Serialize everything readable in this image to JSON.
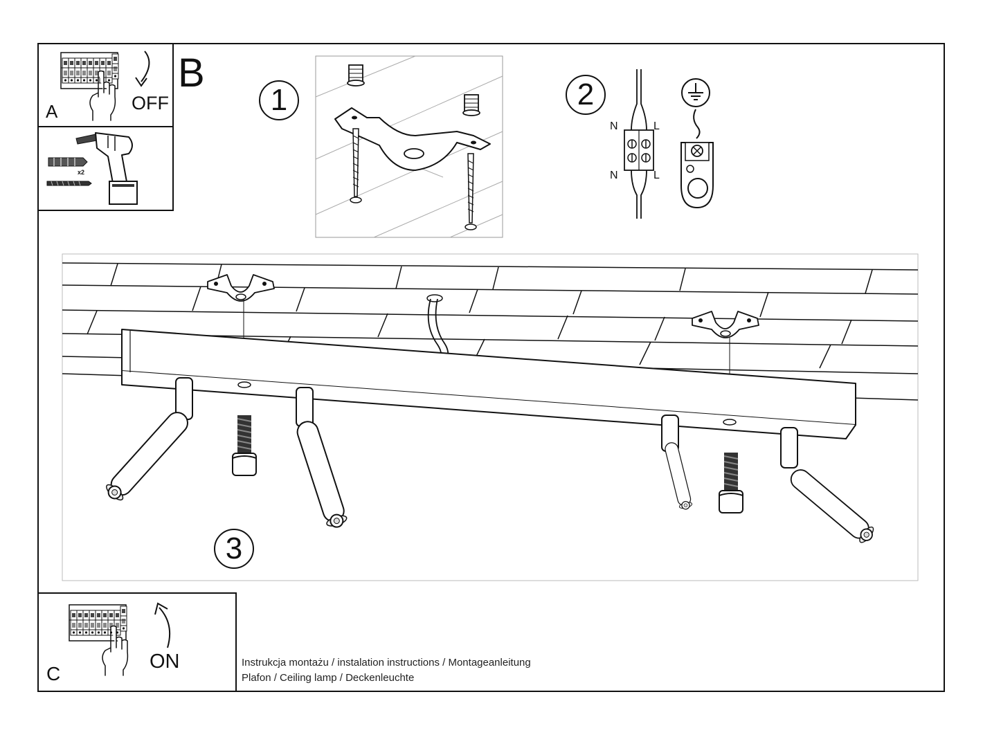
{
  "panels": {
    "a": {
      "letter": "A",
      "action": "OFF"
    },
    "b": {
      "letter": "B"
    },
    "c": {
      "letter": "C",
      "action": "ON"
    }
  },
  "drill_panel": {
    "anchor_count": "x2"
  },
  "steps": {
    "one": "1",
    "two": "2",
    "three": "3"
  },
  "wiring": {
    "n_top": "N",
    "l_top": "L",
    "n_bottom": "N",
    "l_bottom": "L"
  },
  "caption": {
    "line1": "Instrukcja montażu / instalation instructions / Montageanleitung",
    "line2": "Plafon / Ceiling lamp / Deckenleuchte"
  },
  "icons": [
    "fuse-box-icon",
    "hand-icon",
    "arrow-down-icon",
    "arrow-up-icon",
    "drill-icon",
    "wall-plug-icon",
    "screw-icon",
    "ground-symbol-icon",
    "terminal-block-icon",
    "mounting-bracket-icon",
    "spotlight-icon"
  ]
}
